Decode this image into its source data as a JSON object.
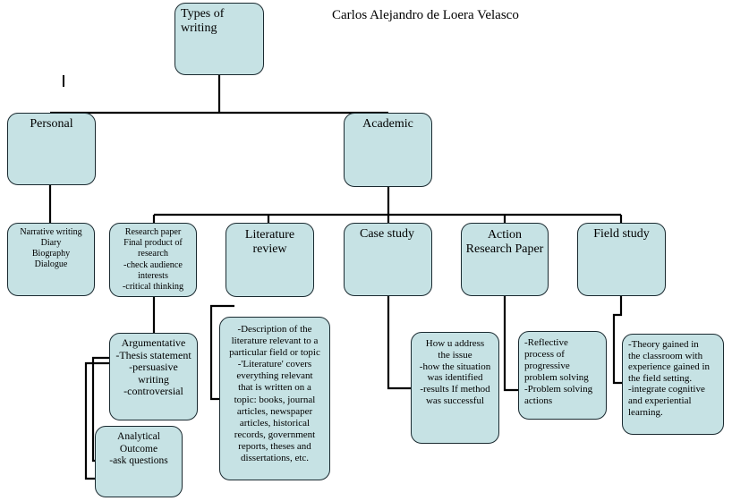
{
  "author": "Carlos Alejandro de Loera Velasco",
  "root": {
    "label": "Types of\nwriting"
  },
  "personal": {
    "label": "Personal",
    "detail": "Narrative writing\nDiary\nBiography\nDialogue"
  },
  "academic": {
    "label": "Academic",
    "children": {
      "research_paper": {
        "label": "Research paper\nFinal product of\nresearch\n-check audience\ninterests\n-critical thinking",
        "argumentative": "Argumentative\n-Thesis statement\n-persuasive\nwriting\n-controversial",
        "analytical": "Analytical\nOutcome\n-ask questions"
      },
      "literature_review": {
        "label": "Literature\nreview",
        "detail": "-Description of the\nliterature relevant to a\nparticular field or topic\n-'Literature' covers\neverything relevant\nthat is written on a\ntopic: books, journal\narticles, newspaper\narticles, historical\nrecords, government\nreports, theses and\ndissertations, etc."
      },
      "case_study": {
        "label": "Case study",
        "detail": "How u address\nthe issue\n-how the situation\nwas identified\n-results If method\nwas successful"
      },
      "action_research": {
        "label": "Action\nResearch Paper",
        "detail": "-Reflective\nprocess of\nprogressive\nproblem solving\n-Problem solving\nactions"
      },
      "field_study": {
        "label": "Field study",
        "detail": "-Theory gained in\nthe classroom with\nexperience gained in\nthe field setting.\n-integrate cognitive\nand experiential\nlearning."
      }
    }
  }
}
